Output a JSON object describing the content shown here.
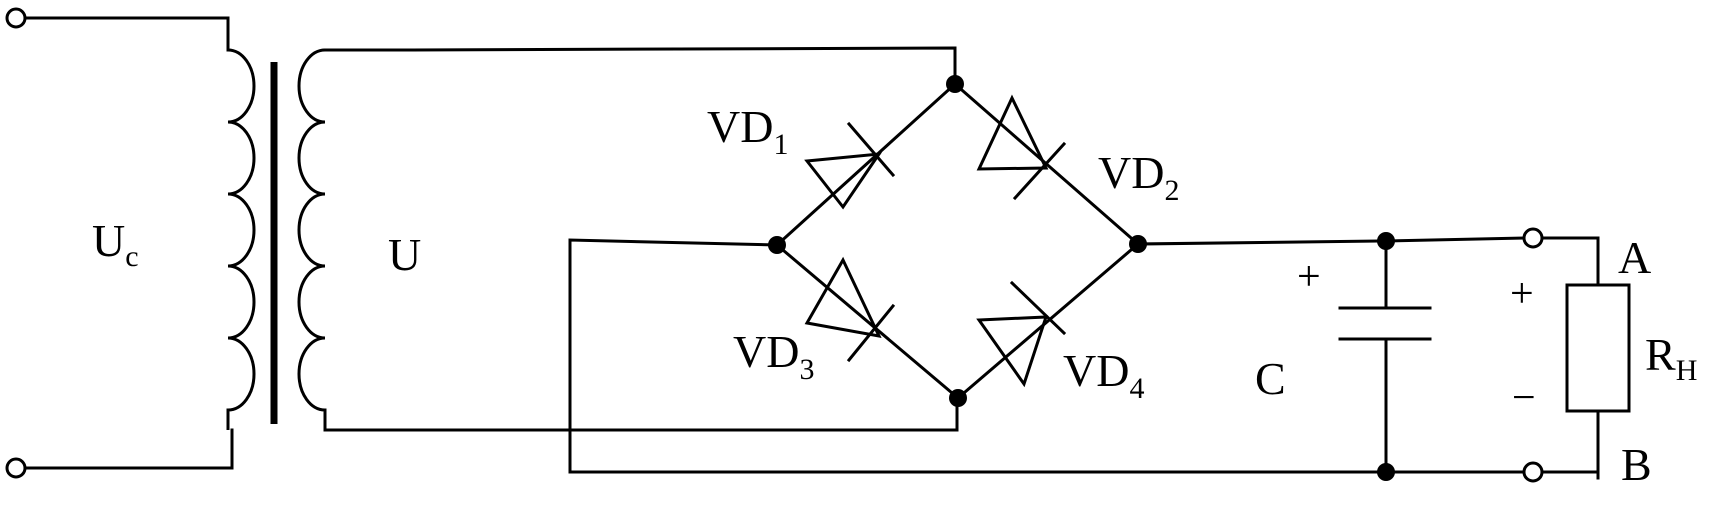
{
  "labels": {
    "primary_voltage": {
      "main": "U",
      "sub": "c"
    },
    "secondary_voltage": "U",
    "vd1": {
      "main": "VD",
      "sub": "1"
    },
    "vd2": {
      "main": "VD",
      "sub": "2"
    },
    "vd3": {
      "main": "VD",
      "sub": "3"
    },
    "vd4": {
      "main": "VD",
      "sub": "4"
    },
    "capacitor": "C",
    "capacitor_plus": "+",
    "load": {
      "main": "R",
      "sub": "H"
    },
    "load_plus": "+",
    "load_minus": "−",
    "terminal_a": "A",
    "terminal_b": "B"
  }
}
